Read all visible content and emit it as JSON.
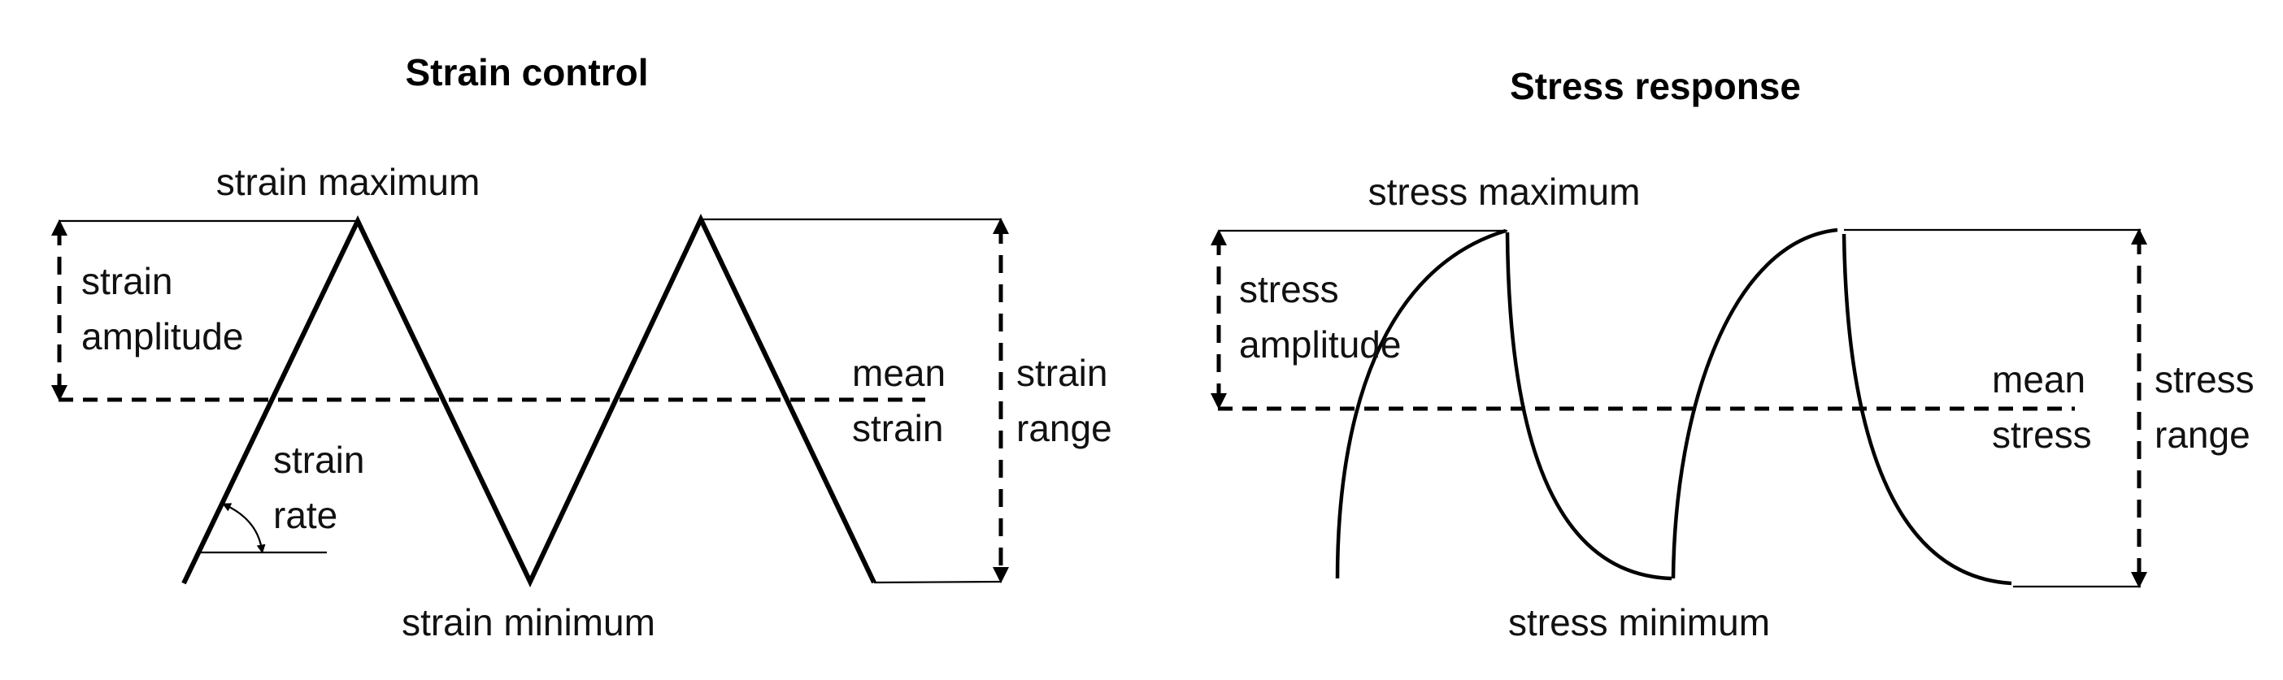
{
  "strain_panel": {
    "title": "Strain control",
    "labels": {
      "maximum": "strain maximum",
      "minimum": "strain minimum",
      "amplitude_1": "strain",
      "amplitude_2": "amplitude",
      "rate_1": "strain",
      "rate_2": "rate",
      "mean_1": "mean",
      "mean_2": "strain",
      "range_1": "strain",
      "range_2": "range"
    }
  },
  "stress_panel": {
    "title": "Stress response",
    "labels": {
      "maximum": "stress maximum",
      "minimum": "stress minimum",
      "amplitude_1": "stress",
      "amplitude_2": "amplitude",
      "mean_1": "mean",
      "mean_2": "stress",
      "range_1": "stress",
      "range_2": "range"
    }
  }
}
